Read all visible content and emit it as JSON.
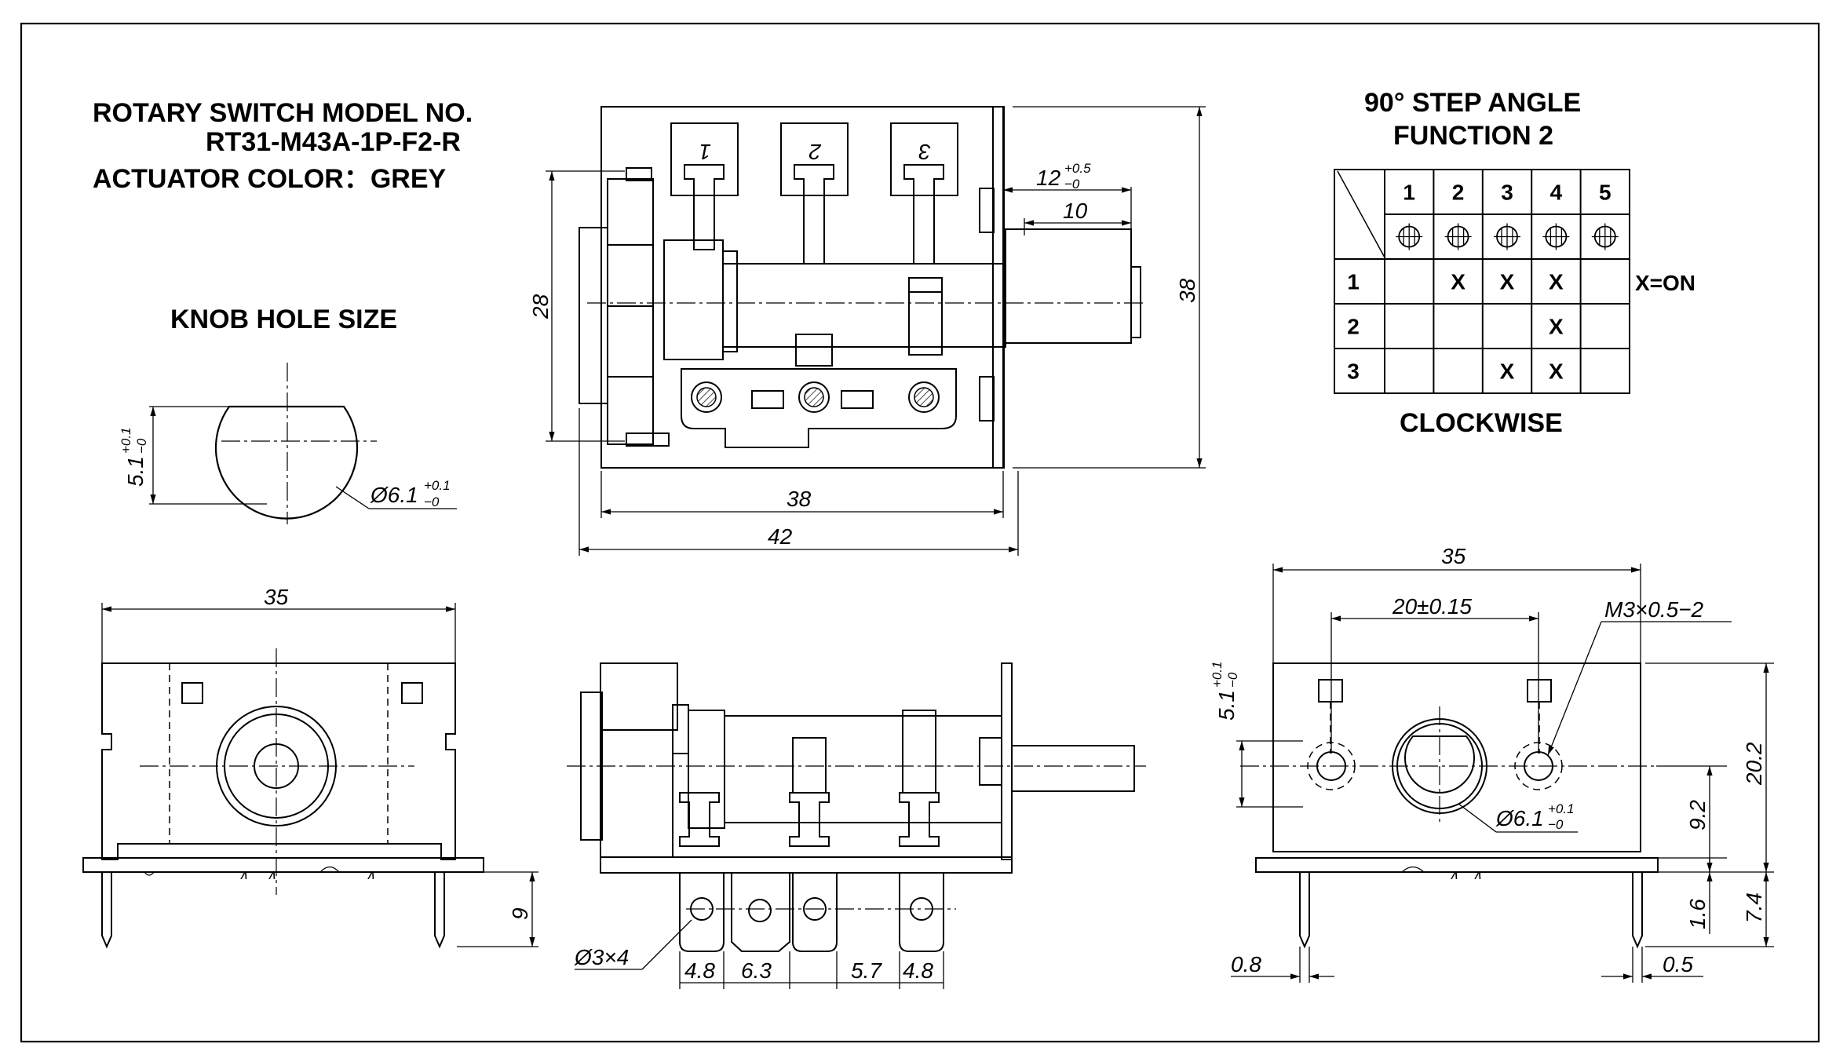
{
  "title": {
    "line1": "ROTARY SWITCH MODEL NO.",
    "line2": "RT31-M43A-1P-F2-R",
    "line3": "ACTUATOR COLOR：GREY"
  },
  "knob": {
    "heading": "KNOB HOLE SIZE",
    "flat_dim": "5.1",
    "dia_dim": "Ø6.1",
    "tol_plus": "+0.1",
    "tol_minus": "−0"
  },
  "function_table": {
    "heading1": "90° STEP ANGLE",
    "heading2": "FUNCTION 2",
    "positions": [
      "1",
      "2",
      "3",
      "4",
      "5"
    ],
    "rows": [
      {
        "label": "1",
        "cells": [
          "",
          "X",
          "X",
          "X",
          ""
        ]
      },
      {
        "label": "2",
        "cells": [
          "",
          "",
          "",
          "X",
          ""
        ]
      },
      {
        "label": "3",
        "cells": [
          "",
          "",
          "X",
          "X",
          ""
        ]
      }
    ],
    "legend": "X=ON",
    "footer": "CLOCKWISE"
  },
  "top_view": {
    "terminals": [
      "1",
      "2",
      "3"
    ],
    "dim_width": "38",
    "dim_overall": "42",
    "dim_height_28": "28",
    "dim_height_38": "38",
    "dim_shaft_12": "12",
    "shaft_tol_plus": "+0.5",
    "shaft_tol_minus": "−0",
    "dim_shaft_10": "10"
  },
  "front_view": {
    "dim_width": "35",
    "dim_pin": "9"
  },
  "side_view": {
    "dim_holes": "Ø3×4",
    "pitch": [
      "4.8",
      "6.3",
      "5.7",
      "4.8"
    ]
  },
  "rear_view": {
    "dim_width": "35",
    "dim_holes": "20±0.15",
    "thread": "M3×0.5−2",
    "flat_dim": "5.1",
    "flat_tol_plus": "+0.1",
    "flat_tol_minus": "−0",
    "dia_dim": "Ø6.1",
    "dia_tol_plus": "+0.1",
    "dia_tol_minus": "−0",
    "dim_height": "20.2",
    "dim_center": "9.2",
    "dim_pin": "7.4",
    "dim_plate": "1.6",
    "dim_thk_left": "0.8",
    "dim_thk_right": "0.5"
  },
  "icons": [
    "position-indicator-icon",
    "solder-lug-icon",
    "mounting-hole-icon"
  ]
}
